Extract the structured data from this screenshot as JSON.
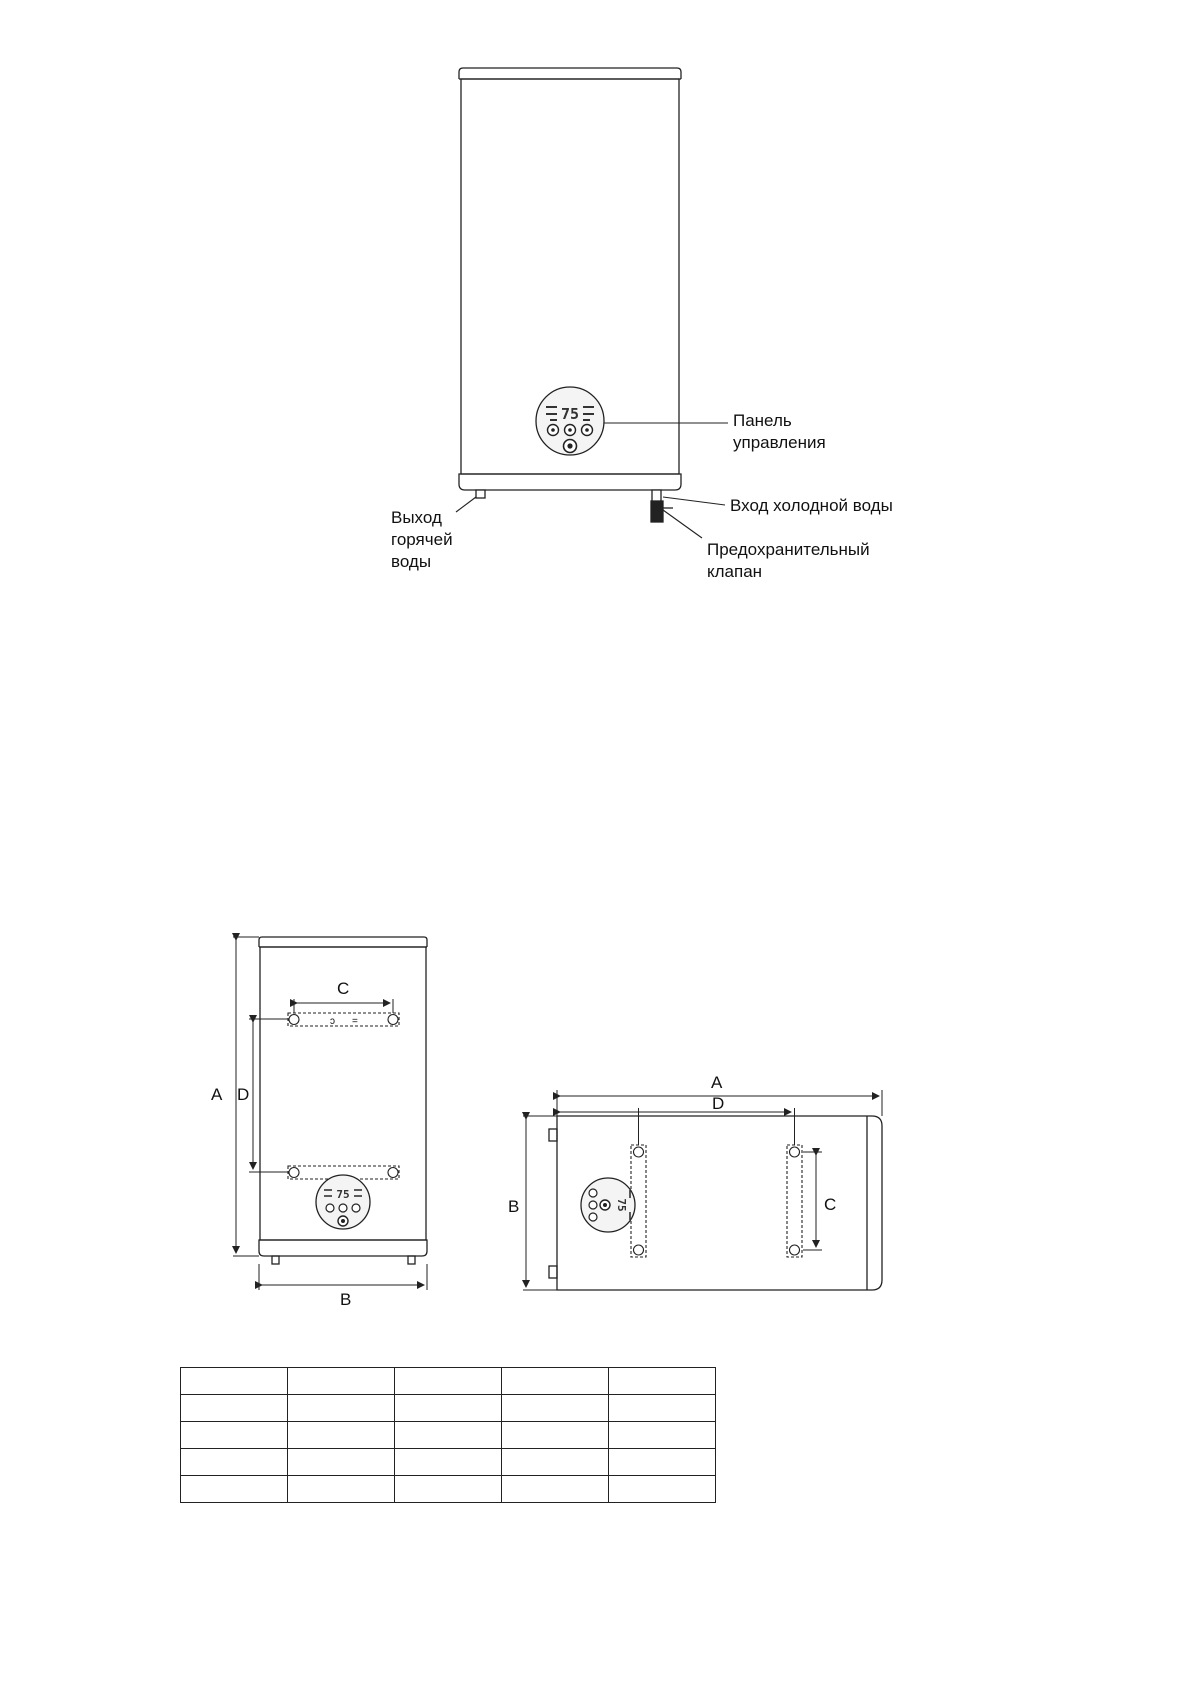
{
  "front_view": {
    "labels": {
      "control_panel": [
        "Панель",
        "управления"
      ],
      "hot_water_outlet": [
        "Выход",
        "горячей",
        "воды"
      ],
      "cold_water_inlet": [
        "Вход холодной воды"
      ],
      "safety_valve": [
        "Предохранительный",
        "клапан"
      ]
    },
    "display_value": "75"
  },
  "vertical_dims": {
    "a": "A",
    "b": "B",
    "c": "C",
    "d": "D",
    "display_value": "75"
  },
  "horizontal_dims": {
    "a": "A",
    "b": "B",
    "c": "C",
    "d": "D",
    "display_value": "75"
  },
  "dimension_table": {
    "rows": 5,
    "columns": 5,
    "cells": []
  },
  "colors": {
    "line": "#222222",
    "panel_fill": "#f4f4f4"
  }
}
